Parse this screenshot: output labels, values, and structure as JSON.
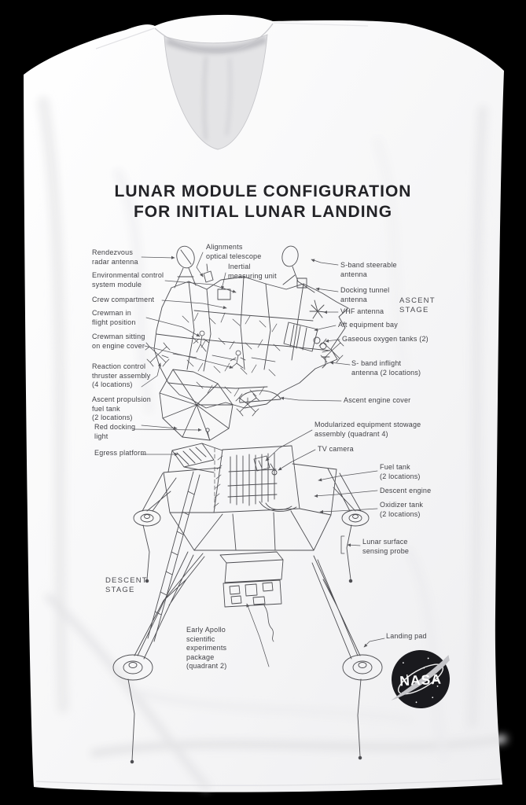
{
  "page": {
    "background_color": "#000000"
  },
  "shirt": {
    "color": "#f5f5f6",
    "collar_inner_color": "#e4e4e6"
  },
  "print": {
    "ink_color": "#3c3c41",
    "title_line1": "LUNAR MODULE CONFIGURATION",
    "title_line2": "FOR INITIAL LUNAR LANDING",
    "stage_ascent": "ASCENT\nSTAGE",
    "stage_descent": "DESCENT\nSTAGE",
    "labels": {
      "rendezvous_radar_antenna": "Rendezvous\nradar antenna",
      "environmental_control_system_module": "Environmental control\nsystem module",
      "crew_compartment": "Crew compartment",
      "crewman_in_flight_position": "Crewman in\nflight position",
      "crewman_sitting_on_engine_cover": "Crewman sitting\non engine cover",
      "reaction_control_thruster_assembly": "Reaction control\nthruster assembly\n(4 locations)",
      "ascent_propulsion_fuel_tank": "Ascent propulsion\nfuel tank\n(2 locations)",
      "red_docking_light": "Red docking\nlight",
      "egress_platform": "Egress platform",
      "alignments_optical_telescope": "Alignments\noptical telescope",
      "inertial_measuring_unit": "Inertial\nmeasuring unit",
      "s_band_steerable_antenna": "S-band steerable\nantenna",
      "docking_tunnel_antenna": "Docking tunnel\nantenna",
      "vhf_antenna": "VHF antenna",
      "aft_equipment_bay": "Aft equipment bay",
      "gaseous_oxygen_tanks": "Gaseous oxygen tanks (2)",
      "s_band_inflight_antenna": "S- band inflight\nantenna (2 locations)",
      "ascent_engine_cover": "Ascent engine cover",
      "modularized_equipment_stowage": "Modularized equipment stowage\nassembly (quadrant 4)",
      "tv_camera": "TV camera",
      "fuel_tank": "Fuel tank\n(2 locations)",
      "descent_engine": "Descent engine",
      "oxidizer_tank": "Oxidizer tank\n(2 locations)",
      "lunar_surface_sensing_probe": "Lunar surface\nsensing probe",
      "landing_pad": "Landing pad",
      "early_apollo_package": "Early Apollo\nscientific\nexperiments\npackage\n(quadrant 2)"
    },
    "logo": {
      "text": "NASA",
      "background_color": "#1a1a1e",
      "swoosh_color": "#c4c4c8"
    }
  }
}
